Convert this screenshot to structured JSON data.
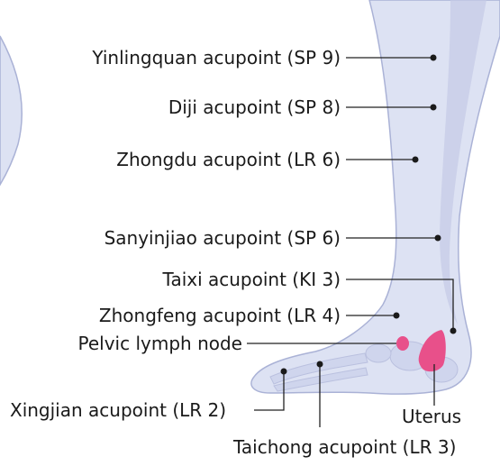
{
  "colors": {
    "skin_fill": "#dde2f3",
    "skin_shadow": "#c5cbe6",
    "skin_outline": "#aab2d6",
    "bone": "#cdd3ec",
    "reflex_zone": "#e8508a",
    "leader_line": "#222222",
    "point": "#1a1a1a"
  },
  "labels": {
    "yinlingquan": "Yinlingquan acupoint (SP 9)",
    "diji": "Diji acupoint (SP 8)",
    "zhongdu": "Zhongdu acupoint (LR 6)",
    "sanyinjiao": "Sanyinjiao acupoint (SP 6)",
    "taixi": "Taixi acupoint (KI 3)",
    "zhongfeng": "Zhongfeng acupoint (LR 4)",
    "pelvic": "Pelvic lymph node",
    "xingjian": "Xingjian acupoint (LR 2)",
    "uterus": "Uterus",
    "taichong": "Taichong acupoint (LR 3)"
  }
}
